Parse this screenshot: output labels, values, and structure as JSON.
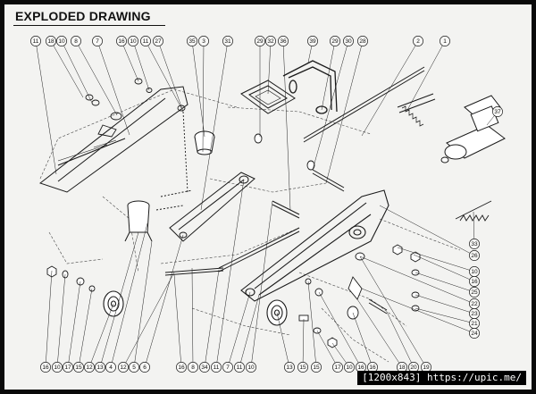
{
  "title": "EXPLODED DRAWING",
  "watermark": "[1200x843] https://upic.me/",
  "callouts": {
    "top": [
      "11",
      "18",
      "10",
      "8",
      "7",
      "16",
      "10",
      "11",
      "27",
      "35",
      "3",
      "31",
      "29",
      "32",
      "36",
      "39",
      "29",
      "30",
      "28",
      "2",
      "1"
    ],
    "right": [
      "37",
      "33",
      "26",
      "10",
      "16",
      "25",
      "22",
      "23",
      "21",
      "24"
    ],
    "bottom_left": [
      "16",
      "10",
      "17",
      "15",
      "12",
      "13",
      "4",
      "12",
      "5",
      "6"
    ],
    "bottom_center": [
      "16",
      "8",
      "34",
      "11",
      "7",
      "11",
      "10"
    ],
    "bottom_right": [
      "13",
      "15",
      "15",
      "17",
      "10",
      "16",
      "16",
      "18",
      "20",
      "19"
    ]
  }
}
